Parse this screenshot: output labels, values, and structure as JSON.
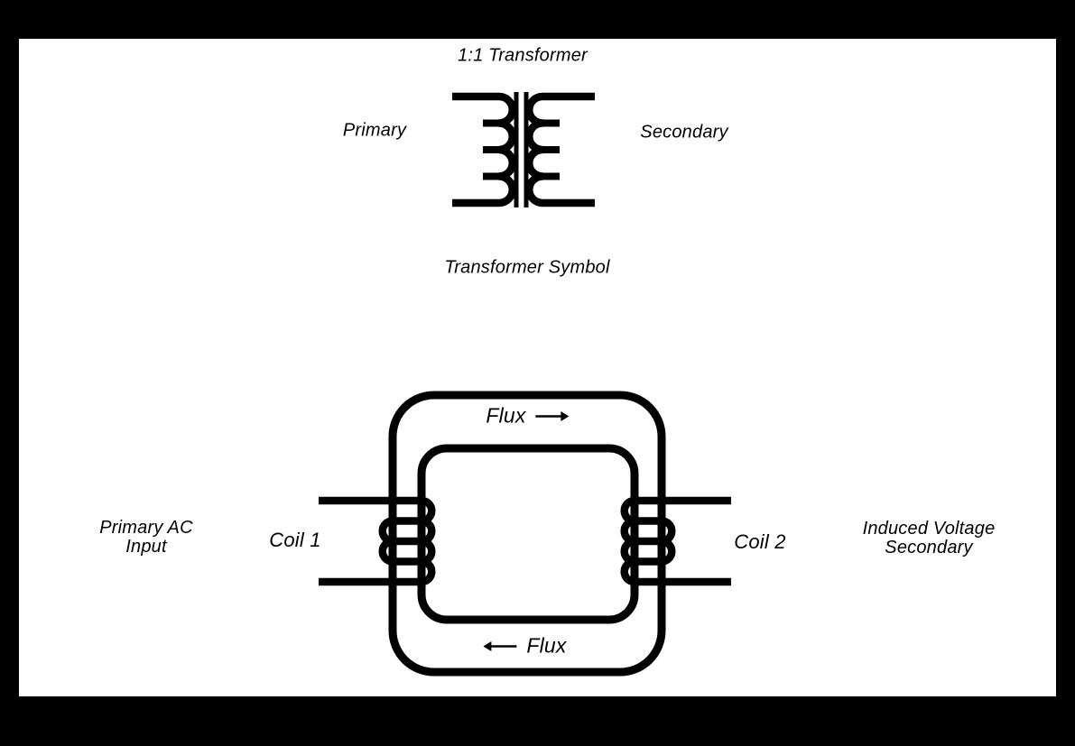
{
  "page": {
    "background_color": "#000000",
    "panel_color": "#ffffff",
    "ink_color": "#000000"
  },
  "top_section": {
    "title": "1:1 Transformer",
    "left_label": "Primary",
    "right_label": "Secondary",
    "caption": "Transformer Symbol"
  },
  "bottom_section": {
    "flux_top": {
      "label": "Flux",
      "arrow": "right"
    },
    "flux_bottom": {
      "label": "Flux",
      "arrow": "left"
    },
    "coil_left": "Coil 1",
    "coil_right": "Coil 2",
    "input_label": {
      "line1": "Primary AC",
      "line2": "Input"
    },
    "output_label": {
      "line1": "Induced Voltage",
      "line2": "Secondary"
    }
  }
}
